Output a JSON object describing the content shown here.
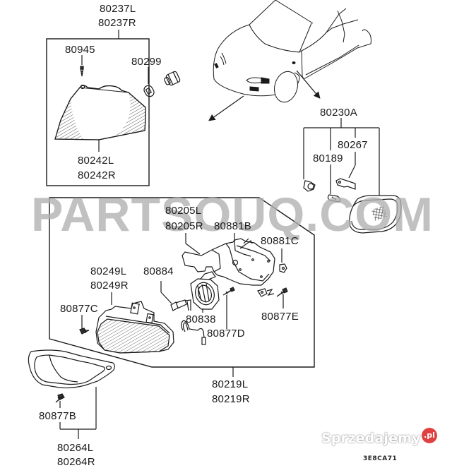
{
  "diagram": {
    "type": "exploded-parts-diagram",
    "subject": "Front turn signal, side marker and fog lamp assembly",
    "groups": [
      {
        "id": "corner-lamp-group",
        "part_numbers": [
          "80237L",
          "80237R"
        ],
        "children": [
          {
            "label": "80945",
            "part": "screw"
          },
          {
            "label": "80299",
            "part": "bulb-and-socket"
          },
          {
            "labels": [
              "80242L",
              "80242R"
            ],
            "part": "corner-lamp-lens"
          }
        ]
      },
      {
        "id": "side-marker-group",
        "part_numbers": [
          "80230A"
        ],
        "children": [
          {
            "label": "80189",
            "part": "bulb-socket"
          },
          {
            "label": "80267",
            "part": "bracket"
          },
          {
            "part": "side-marker-lamp"
          }
        ]
      },
      {
        "id": "fog-lamp-group",
        "part_numbers": [
          "80219L",
          "80219R"
        ],
        "children": [
          {
            "labels": [
              "80205L",
              "80205R"
            ],
            "part": "fog-lamp-bracket"
          },
          {
            "label": "80881B",
            "part": "nut"
          },
          {
            "label": "80881C",
            "part": "nut"
          },
          {
            "labels": [
              "80249L",
              "80249R"
            ],
            "part": "fog-lamp"
          },
          {
            "label": "80884",
            "part": "bulb"
          },
          {
            "label": "80877C",
            "part": "screw"
          },
          {
            "label": "80838",
            "part": "socket"
          },
          {
            "label": "80877D",
            "part": "screw"
          },
          {
            "label": "80877E",
            "part": "screw"
          }
        ]
      },
      {
        "id": "bezel-group",
        "part_numbers": [
          "80264L",
          "80264R"
        ],
        "children": [
          {
            "label": "80877B",
            "part": "screw"
          },
          {
            "part": "fog-lamp-bezel"
          }
        ]
      }
    ]
  },
  "labels": {
    "p80237L": "80237L",
    "p80237R": "80237R",
    "p80945": "80945",
    "p80299": "80299",
    "p80242L": "80242L",
    "p80242R": "80242R",
    "p80230A": "80230A",
    "p80267": "80267",
    "p80189": "80189",
    "p80205L": "80205L",
    "p80205R": "80205R",
    "p80881B": "80881B",
    "p80881C": "80881C",
    "p80249L": "80249L",
    "p80249R": "80249R",
    "p80884": "80884",
    "p80877C": "80877C",
    "p80838": "80838",
    "p80877D": "80877D",
    "p80877E": "80877E",
    "p80219L": "80219L",
    "p80219R": "80219R",
    "p80877B": "80877B",
    "p80264L": "80264L",
    "p80264R": "80264R"
  },
  "watermarks": {
    "partsouq": "PARTSOUQ.COM",
    "sprzedajemy": "Sprzedajemy",
    "sprzedajemy_badge": ".pl",
    "diagram_code": "3E8CA71"
  },
  "colors": {
    "line": "#1a1a1a",
    "watermark_gray": "#afafaf",
    "badge_red": "#e04040",
    "background": "#ffffff"
  }
}
